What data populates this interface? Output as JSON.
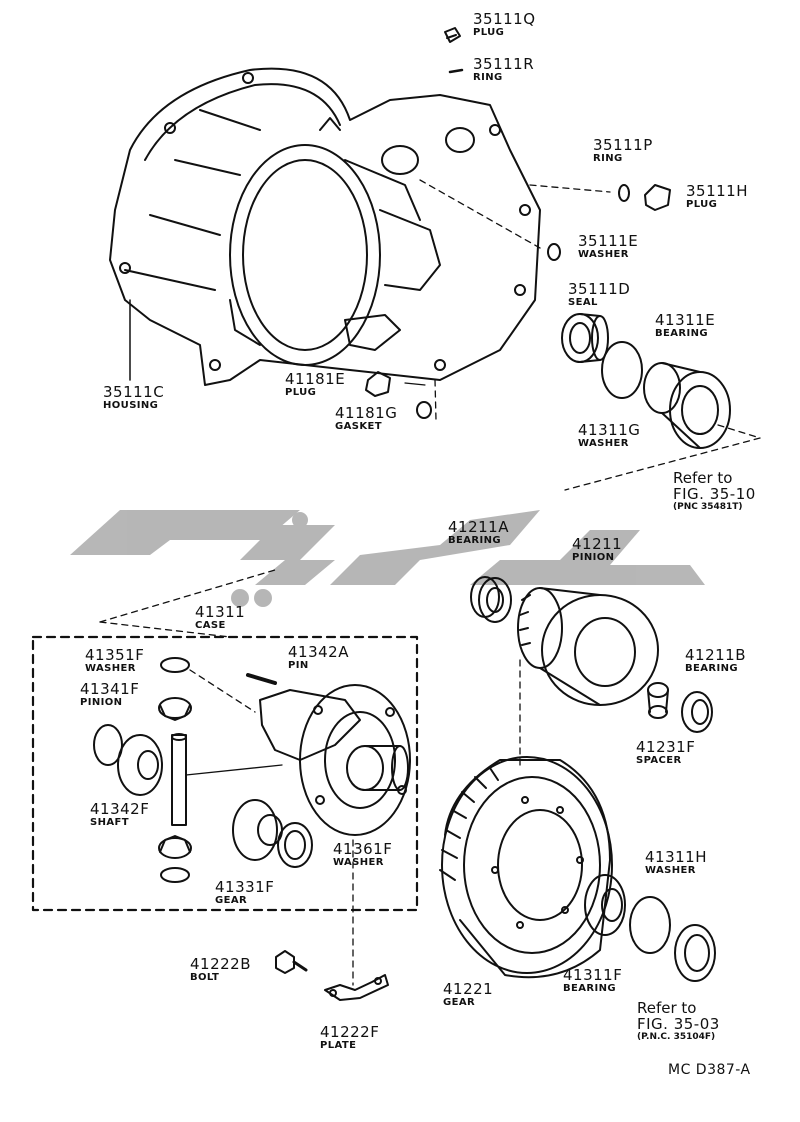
{
  "parts": [
    {
      "id": "p35111Q",
      "number": "35111Q",
      "desc": "PLUG"
    },
    {
      "id": "p35111R",
      "number": "35111R",
      "desc": "RING"
    },
    {
      "id": "p35111P",
      "number": "35111P",
      "desc": "RING"
    },
    {
      "id": "p35111H",
      "number": "35111H",
      "desc": "PLUG"
    },
    {
      "id": "p35111E",
      "number": "35111E",
      "desc": "WASHER"
    },
    {
      "id": "p35111D",
      "number": "35111D",
      "desc": "SEAL"
    },
    {
      "id": "p41311E",
      "number": "41311E",
      "desc": "BEARING"
    },
    {
      "id": "p41311G",
      "number": "41311G",
      "desc": "WASHER"
    },
    {
      "id": "p35111C",
      "number": "35111C",
      "desc": "HOUSING"
    },
    {
      "id": "p41181E",
      "number": "41181E",
      "desc": "PLUG"
    },
    {
      "id": "p41181G",
      "number": "41181G",
      "desc": "GASKET"
    },
    {
      "id": "p41211A",
      "number": "41211A",
      "desc": "BEARING"
    },
    {
      "id": "p41211",
      "number": "41211",
      "desc": "PINION"
    },
    {
      "id": "p41311",
      "number": "41311",
      "desc": "CASE"
    },
    {
      "id": "p41351F",
      "number": "41351F",
      "desc": "WASHER"
    },
    {
      "id": "p41342A",
      "number": "41342A",
      "desc": "PIN"
    },
    {
      "id": "p41341F",
      "number": "41341F",
      "desc": "PINION"
    },
    {
      "id": "p41211B",
      "number": "41211B",
      "desc": "BEARING"
    },
    {
      "id": "p41231F",
      "number": "41231F",
      "desc": "SPACER"
    },
    {
      "id": "p41342F",
      "number": "41342F",
      "desc": "SHAFT"
    },
    {
      "id": "p41361F",
      "number": "41361F",
      "desc": "WASHER"
    },
    {
      "id": "p41331F",
      "number": "41331F",
      "desc": "GEAR"
    },
    {
      "id": "p41311H",
      "number": "41311H",
      "desc": "WASHER"
    },
    {
      "id": "p41222B",
      "number": "41222B",
      "desc": "BOLT"
    },
    {
      "id": "p41221",
      "number": "41221",
      "desc": "GEAR"
    },
    {
      "id": "p41311F",
      "number": "41311F",
      "desc": "BEARING"
    },
    {
      "id": "p41222F",
      "number": "41222F",
      "desc": "PLATE"
    }
  ],
  "references": [
    {
      "id": "ref1",
      "line1": "Refer to",
      "line2": "FIG. 35-10",
      "line3": "(PNC 35481T)"
    },
    {
      "id": "ref2",
      "line1": "Refer to",
      "line2": "FIG. 35-03",
      "line3": "(P.N.C. 35104F)"
    }
  ],
  "diagram_code": "MC  D387-A",
  "watermark_color": "#b3b3b3"
}
